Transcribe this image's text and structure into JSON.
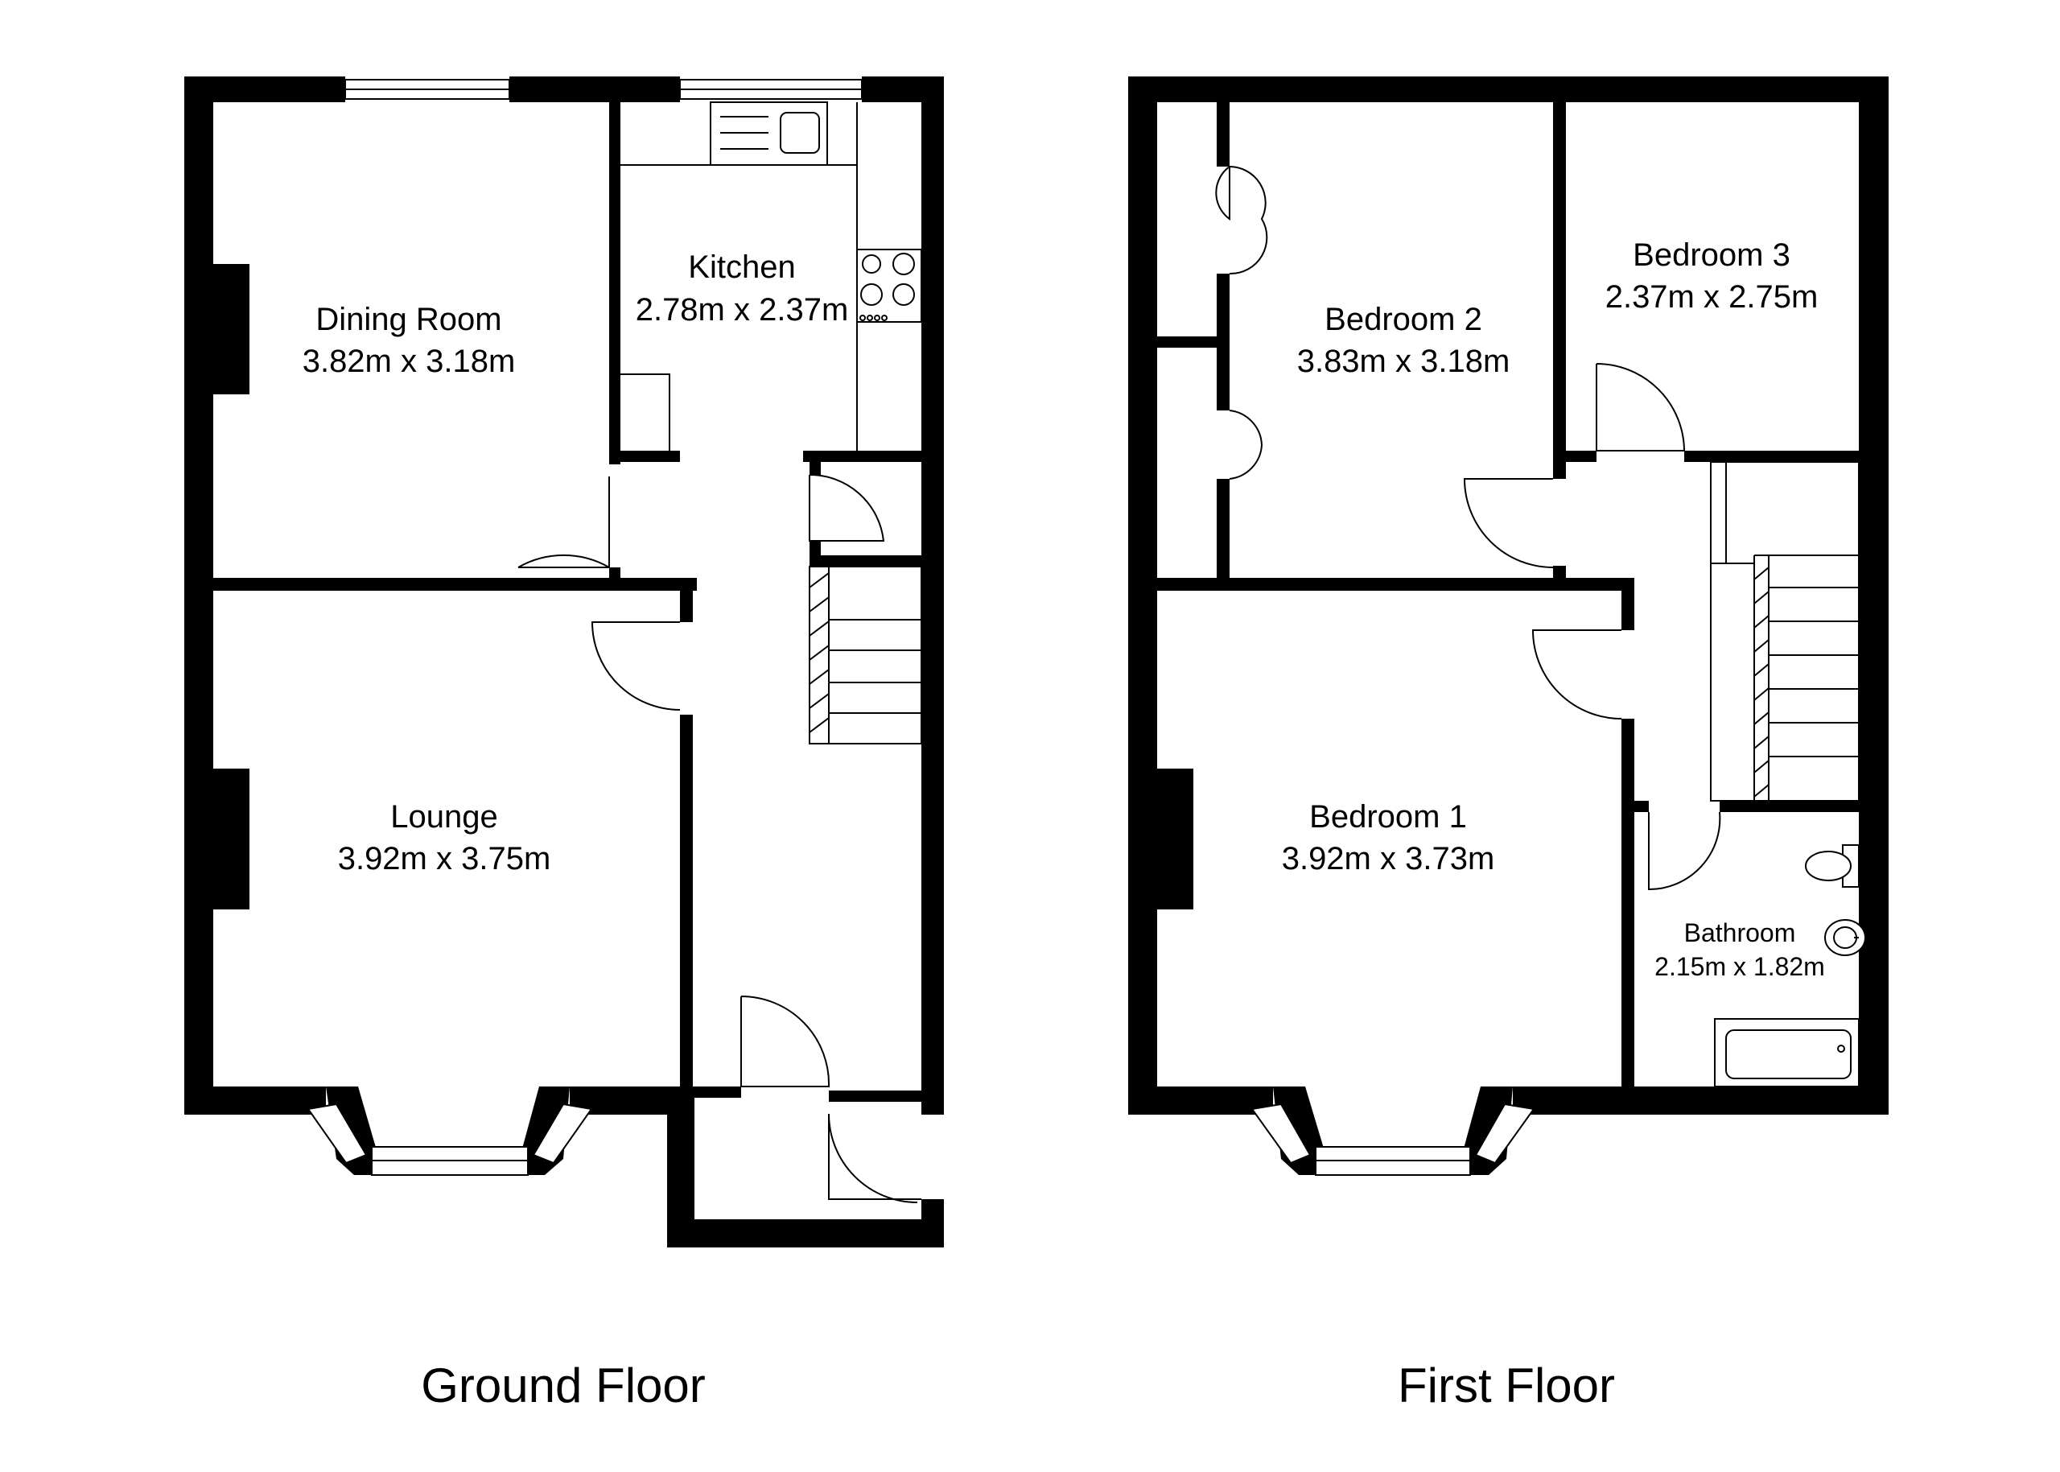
{
  "ground_floor": {
    "title": "Ground Floor",
    "rooms": {
      "dining": {
        "name": "Dining Room",
        "size": "3.82m x 3.18m"
      },
      "kitchen": {
        "name": "Kitchen",
        "size": "2.78m x 2.37m"
      },
      "lounge": {
        "name": "Lounge",
        "size": "3.92m x 3.75m"
      }
    }
  },
  "first_floor": {
    "title": "First Floor",
    "rooms": {
      "bedroom2": {
        "name": "Bedroom 2",
        "size": "3.83m x 3.18m"
      },
      "bedroom3": {
        "name": "Bedroom 3",
        "size": "2.37m x 2.75m"
      },
      "bedroom1": {
        "name": "Bedroom 1",
        "size": "3.92m x 3.73m"
      },
      "bathroom": {
        "name": "Bathroom",
        "size": "2.15m x 1.82m"
      }
    }
  }
}
